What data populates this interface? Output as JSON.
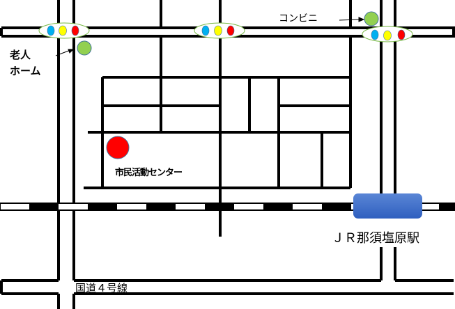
{
  "labels": {
    "nursing_home_line1": "老人",
    "nursing_home_line2": "ホーム",
    "convenience_store": "コンビニ",
    "civic_center": "市民活動センター",
    "station": "ＪＲ那須塩原駅",
    "route4": "国道４号線"
  },
  "colors": {
    "signal_blue": "#00b0f0",
    "signal_yellow": "#ffff00",
    "signal_red": "#ff0000",
    "landmark_green": "#92d050",
    "destination_red": "#ff0000",
    "station_blue": "#3a6cc4"
  }
}
